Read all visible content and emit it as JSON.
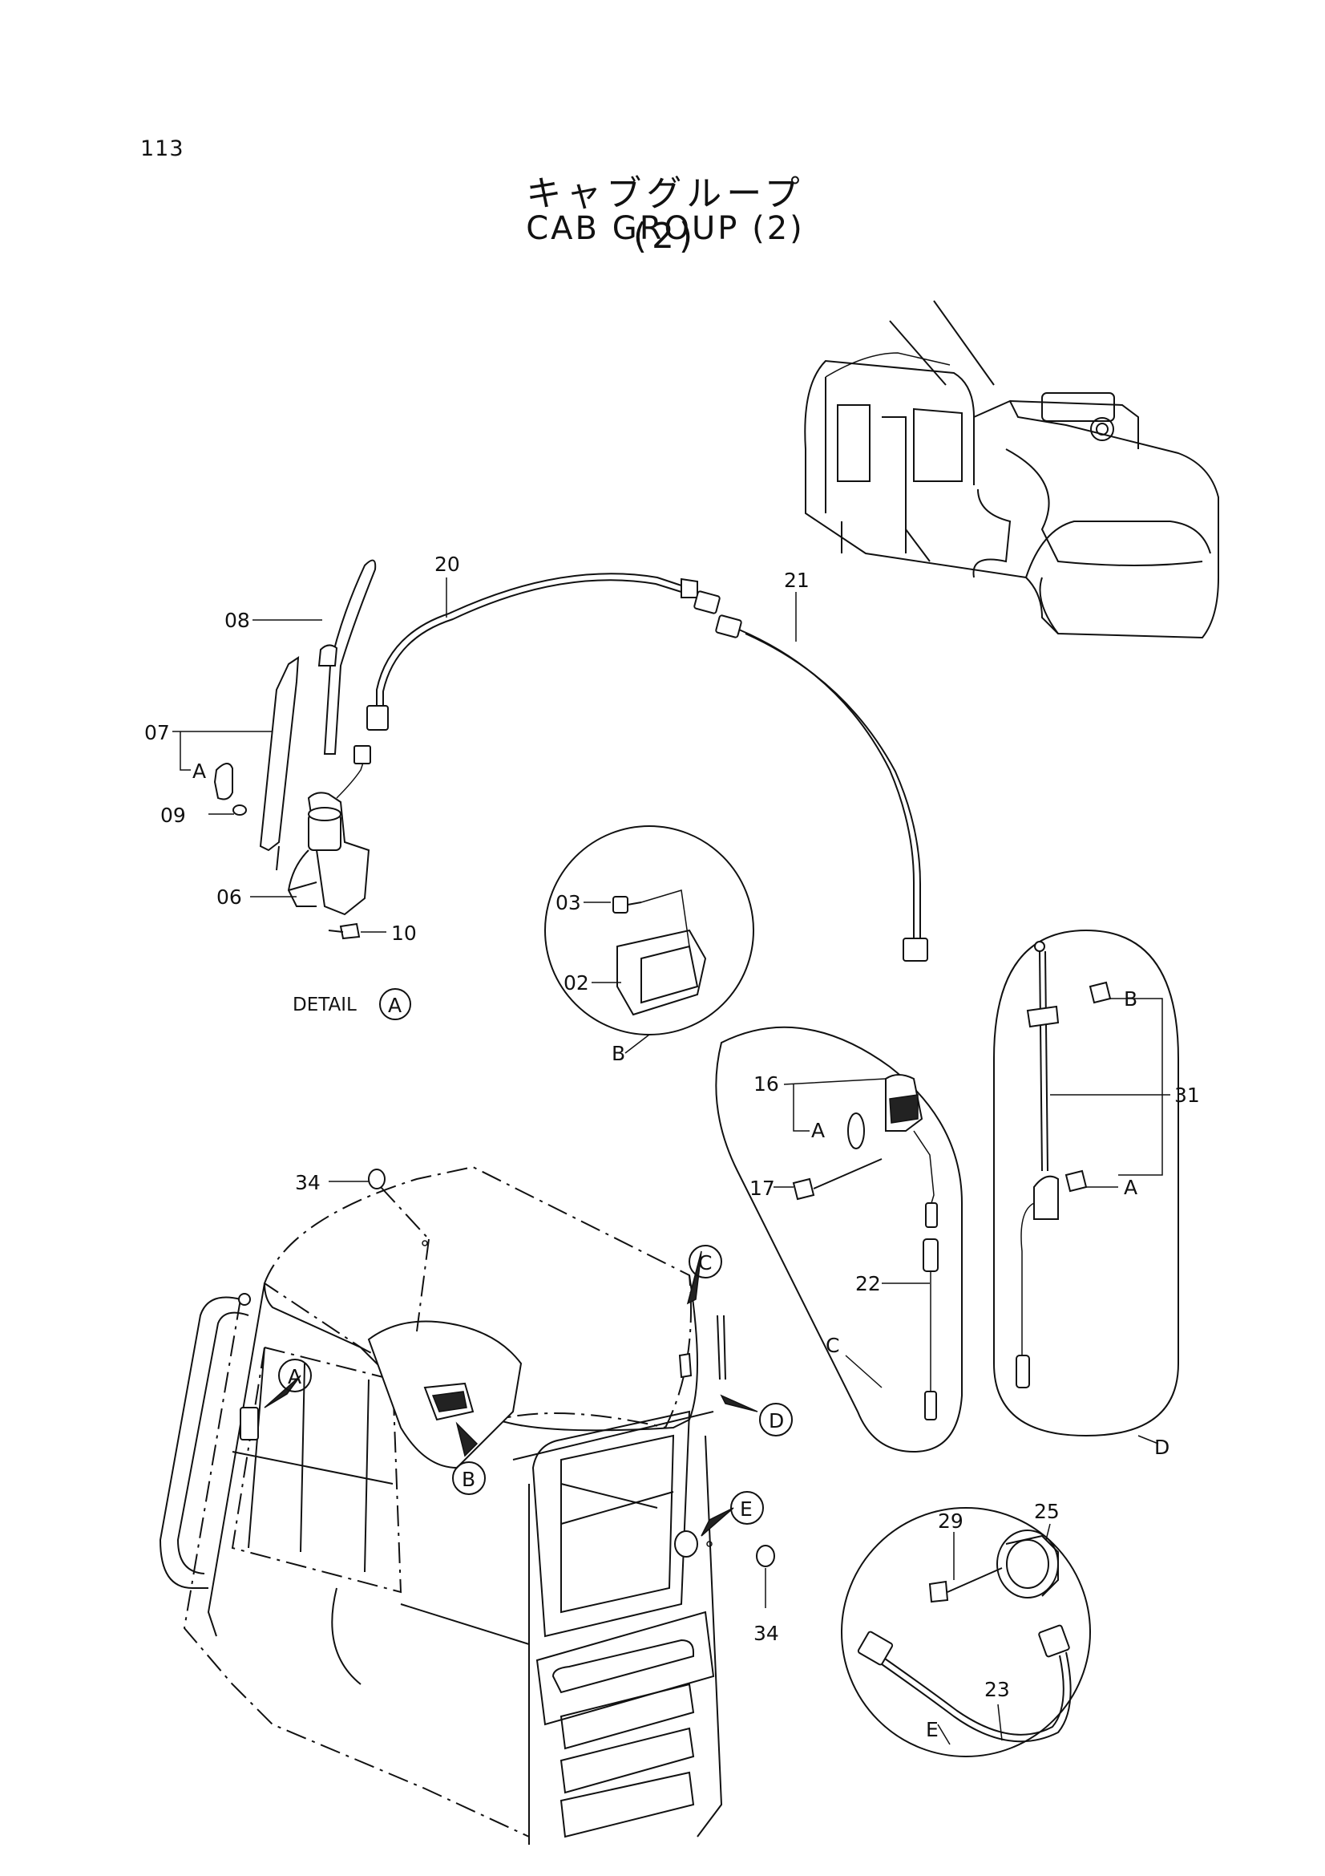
{
  "page_number": "113",
  "title_jp": "キャブグループ (2)",
  "title_en": "CAB GROUP (2)",
  "detail_caption": {
    "text": "DETAIL",
    "ref": "A"
  },
  "part_labels": {
    "p02": "02",
    "p03": "03",
    "p06": "06",
    "p07": "07",
    "p08": "08",
    "p09": "09",
    "p10": "10",
    "p16": "16",
    "p17": "17",
    "p20": "20",
    "p21": "21",
    "p22": "22",
    "p23": "23",
    "p25": "25",
    "p29": "29",
    "p31": "31",
    "p34a": "34",
    "p34b": "34"
  },
  "sub_labels": {
    "detail_a_a": "A",
    "detail_c_a": "A",
    "detail_d_b": "B",
    "detail_d_a": "A"
  },
  "detail_letters": {
    "b": "B",
    "c": "C",
    "d": "D",
    "e": "E"
  },
  "callouts": {
    "a": "A",
    "b": "B",
    "c": "C",
    "d": "D",
    "e": "E"
  }
}
